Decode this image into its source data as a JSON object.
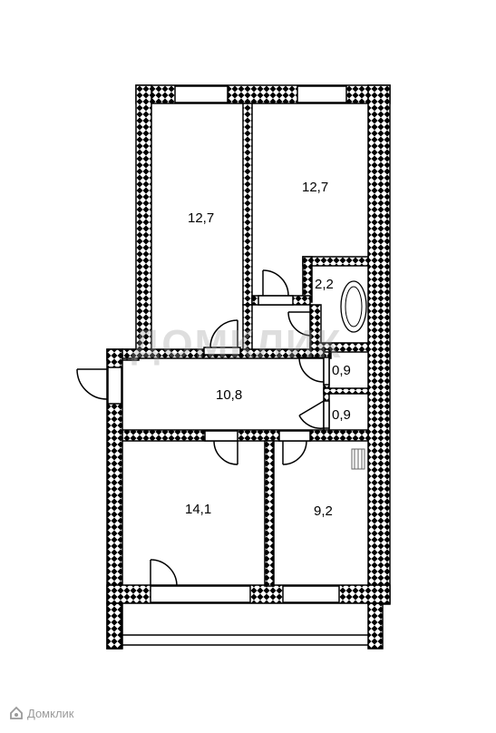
{
  "rooms": [
    {
      "id": "room-left-top",
      "area": "12,7"
    },
    {
      "id": "room-right-top",
      "area": "12,7"
    },
    {
      "id": "bathroom",
      "area": "2,2"
    },
    {
      "id": "toilet-1",
      "area": "0,9"
    },
    {
      "id": "toilet-2",
      "area": "0,9"
    },
    {
      "id": "hallway",
      "area": "10,8"
    },
    {
      "id": "room-left-bottom",
      "area": "14,1"
    },
    {
      "id": "kitchen",
      "area": "9,2"
    }
  ],
  "branding": {
    "logo_text": "Домклик",
    "watermark_text": "ДОМКЛИК"
  },
  "colors": {
    "wall": "#000000",
    "background": "#ffffff",
    "brand_gray": "#9a9a9a"
  }
}
